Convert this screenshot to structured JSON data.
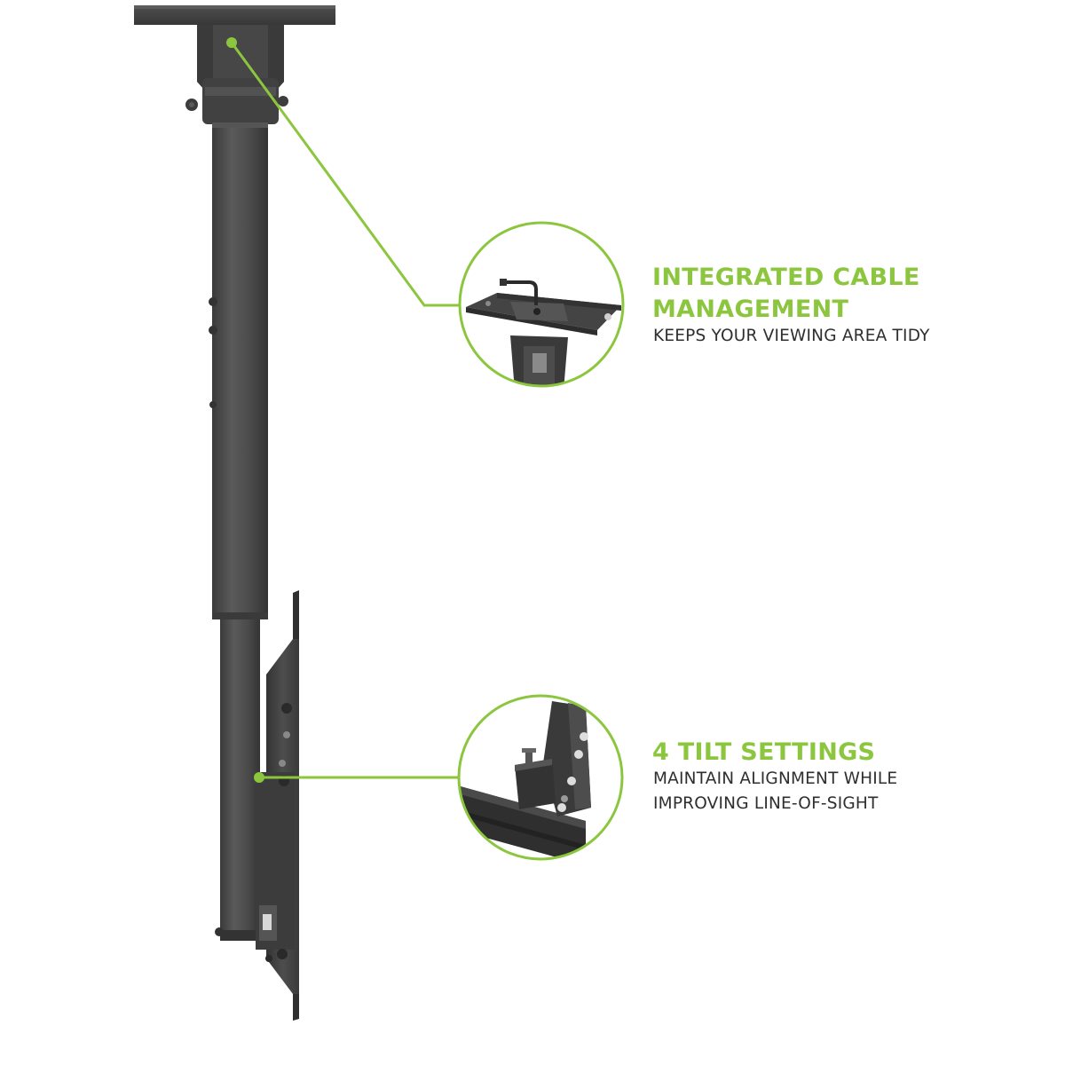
{
  "colors": {
    "accent": "#8cc63f",
    "mount_dark": "#3c3c3c",
    "mount_mid": "#4a4a4a",
    "mount_light": "#5a5a5a",
    "text_dark": "#2f2f2f"
  },
  "callouts": [
    {
      "id": "cable",
      "title_lines": [
        "INTEGRATED CABLE",
        "MANAGEMENT"
      ],
      "subtitle_lines": [
        "KEEPS YOUR VIEWING AREA TIDY"
      ]
    },
    {
      "id": "tilt",
      "title_lines": [
        "4 TILT SETTINGS"
      ],
      "subtitle_lines": [
        "MAINTAIN ALIGNMENT WHILE",
        "IMPROVING LINE-OF-SIGHT"
      ]
    }
  ]
}
